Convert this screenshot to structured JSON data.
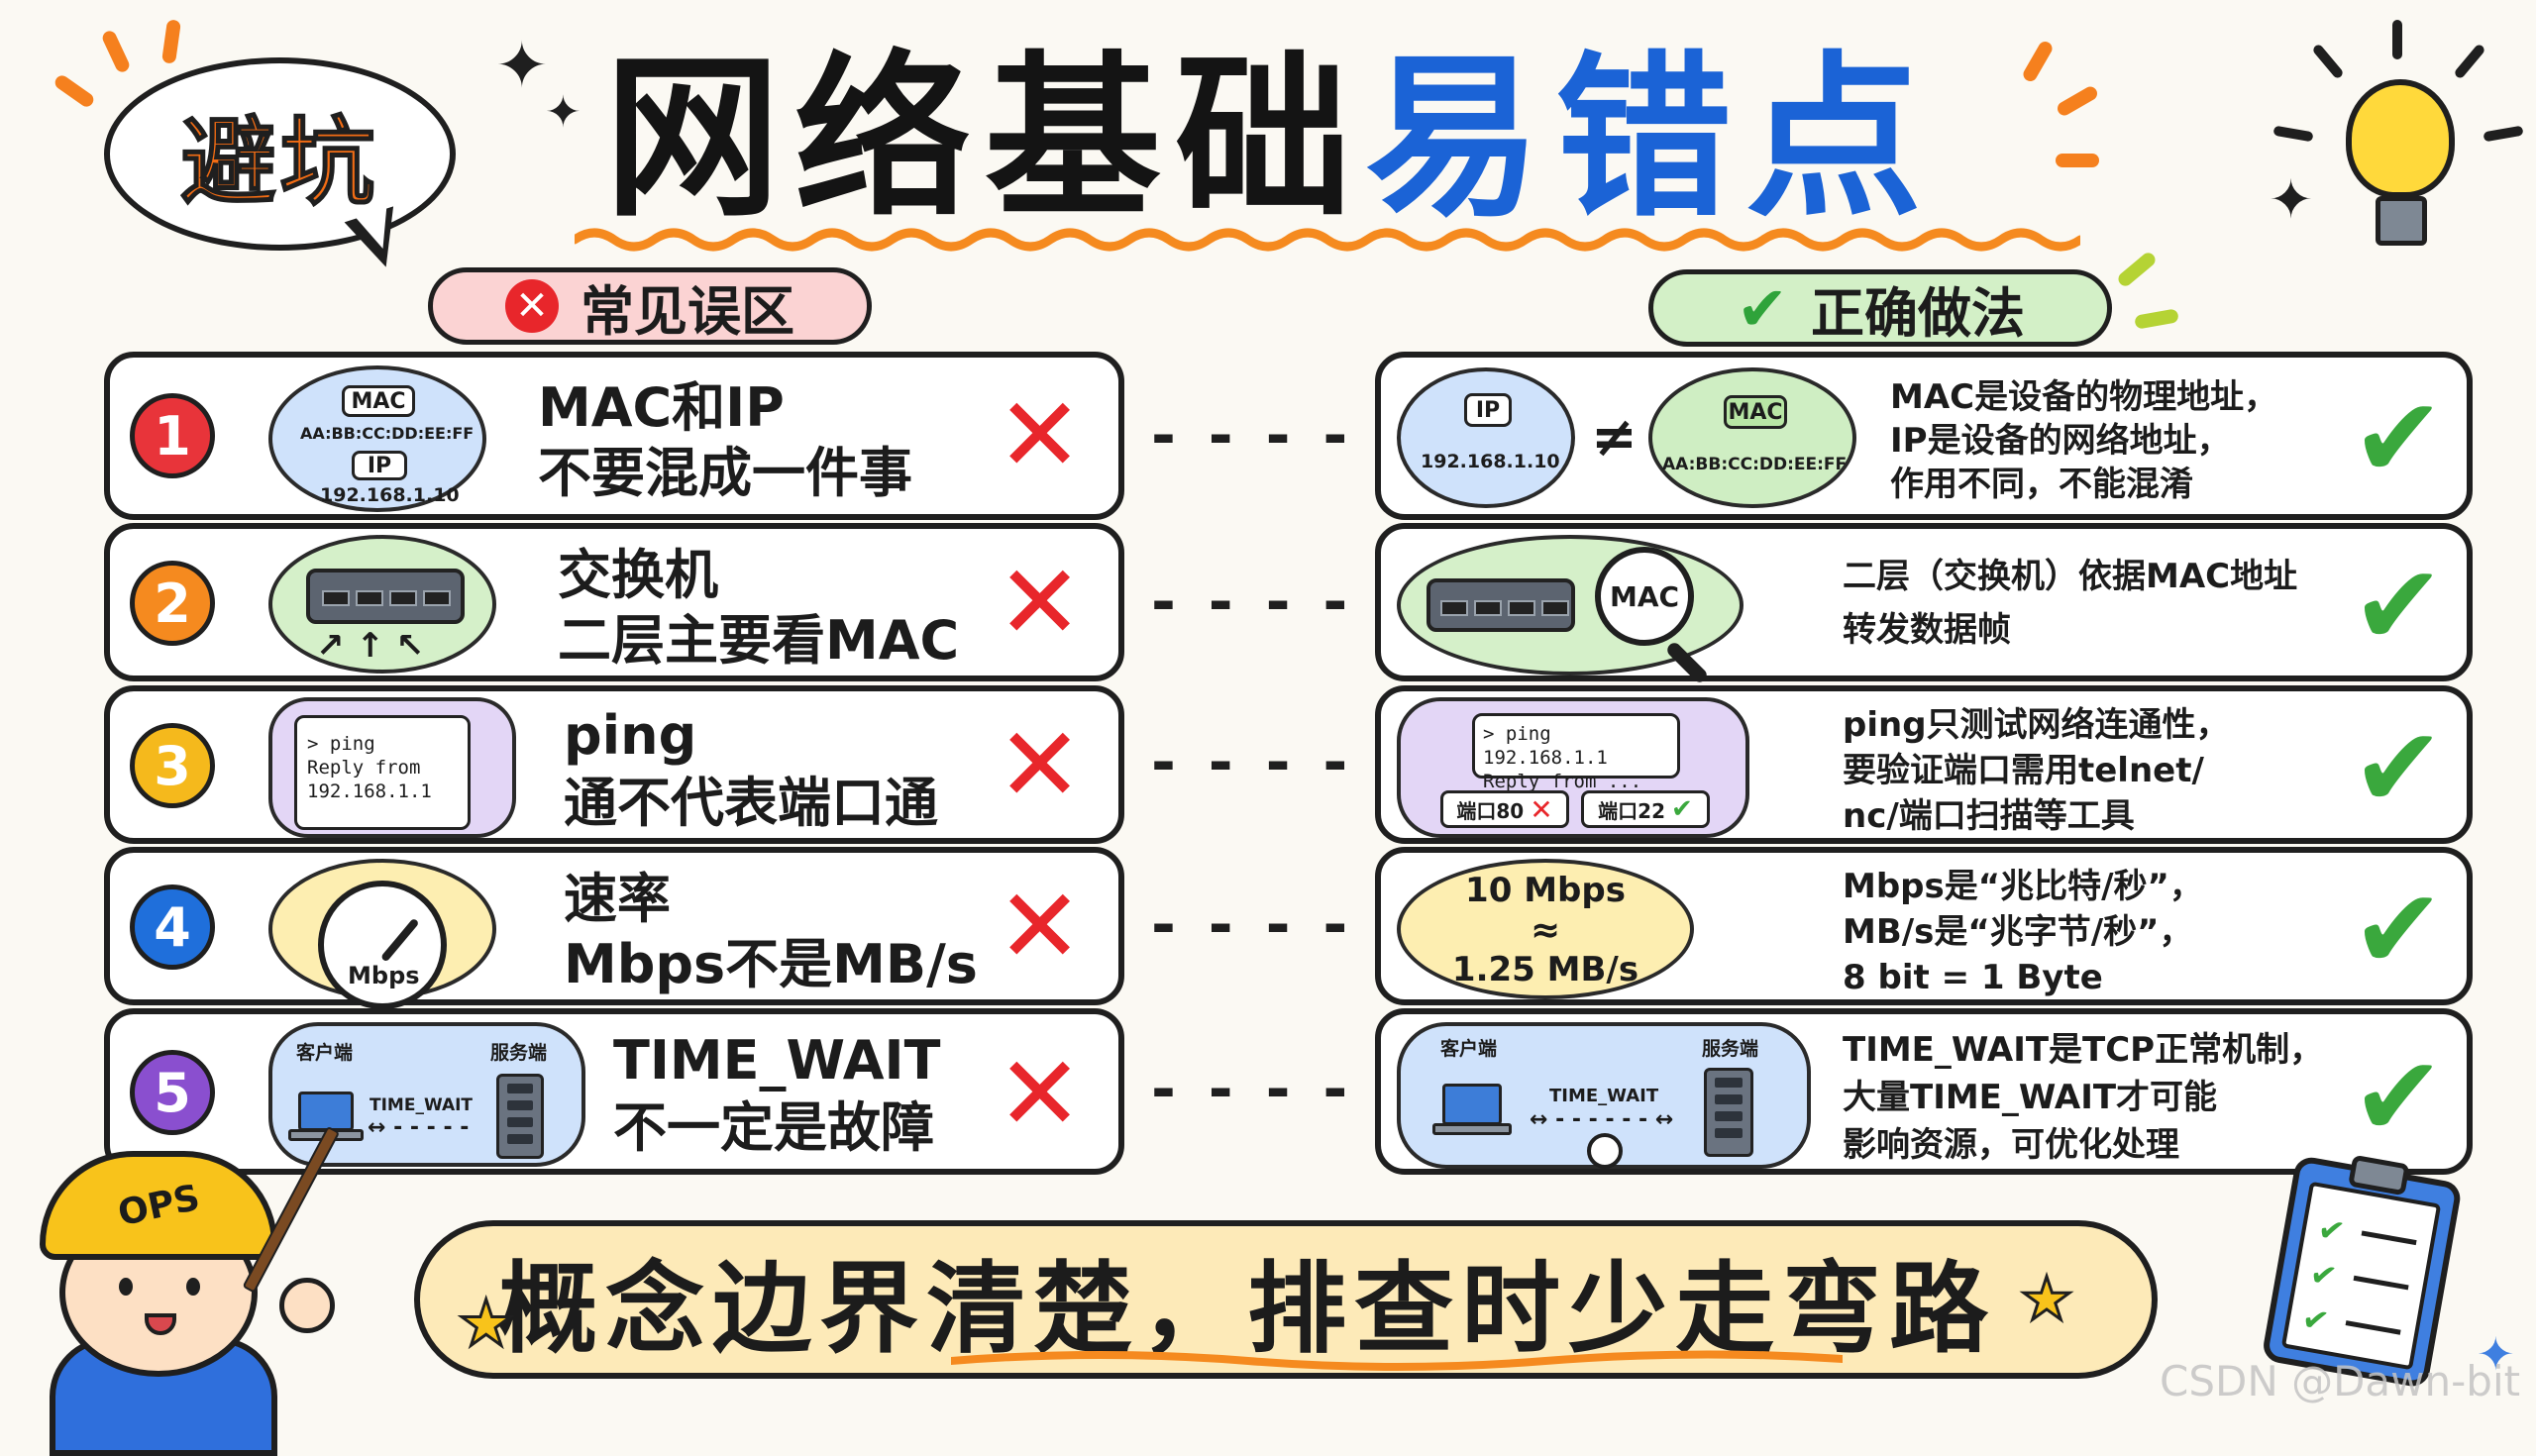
{
  "header": {
    "badge": "避坑",
    "title_part1": "网络基础",
    "title_part2": "易错点"
  },
  "tags": {
    "wrong": "常见误区",
    "right": "正确做法"
  },
  "rows": [
    {
      "number": "1",
      "color": "#e8343a",
      "wrong_line1": "MAC和IP",
      "wrong_line2": "不要混成一件事",
      "right_lines": [
        "MAC是设备的物理地址，",
        "IP是设备的网络地址，",
        "作用不同，不能混淆"
      ]
    },
    {
      "number": "2",
      "color": "#f58a1f",
      "wrong_line1": "交换机",
      "wrong_line2": "二层主要看MAC",
      "right_lines": [
        "二层（交换机）依据MAC地址",
        "转发数据帧"
      ]
    },
    {
      "number": "3",
      "color": "#f5b91c",
      "wrong_line1": "ping",
      "wrong_line2": "通不代表端口通",
      "right_lines": [
        "ping只测试网络连通性，",
        "要验证端口需用telnet/",
        "nc/端口扫描等工具"
      ]
    },
    {
      "number": "4",
      "color": "#1f6fdb",
      "wrong_line1": "速率",
      "wrong_line2": "Mbps不是MB/s",
      "right_lines": [
        "Mbps是“兆比特/秒”，",
        "MB/s是“兆字节/秒”，",
        "8 bit = 1 Byte"
      ]
    },
    {
      "number": "5",
      "color": "#8a4fcf",
      "wrong_line1": "TIME_WAIT",
      "wrong_line2": "不一定是故障",
      "right_lines": [
        "TIME_WAIT是TCP正常机制，",
        "大量TIME_WAIT才可能",
        "影响资源，可优化处理"
      ]
    }
  ],
  "illus": {
    "mac_tag": "MAC",
    "mac_addr": "AA:BB:CC:DD:EE:FF",
    "ip_tag": "IP",
    "ip_addr": "192.168.1.10",
    "neq": "≠",
    "magnifier_label": "MAC",
    "ping_term_1": "> ping",
    "ping_term_2": "Reply from",
    "ping_term_3": "192.168.1.1",
    "ping_right_1": "> ping 192.168.1.1",
    "ping_right_2": "Reply from ...",
    "port80": "端口80",
    "port22": "端口22",
    "gauge_label": "Mbps",
    "speed_1": "10 Mbps",
    "speed_approx": "≈",
    "speed_2": "1.25 MB/s",
    "client": "客户端",
    "server": "服务端",
    "time_wait": "TIME_WAIT"
  },
  "mascot": {
    "hat": "OPS"
  },
  "footer": {
    "text": "概念边界清楚，排查时少走弯路"
  },
  "watermark": "CSDN @Dawn-bit",
  "colors": {
    "accent_blue": "#1b63d6",
    "wrong_red": "#e8262b",
    "right_green": "#3aa83d",
    "footer_bg": "#fdeab8"
  }
}
